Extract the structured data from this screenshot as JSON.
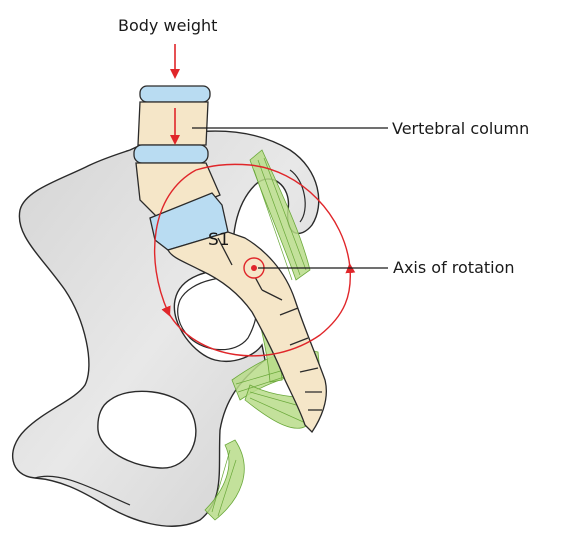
{
  "labels": {
    "body_weight": "Body weight",
    "vertebral_column": "Vertebral column",
    "axis_of_rotation": "Axis of rotation",
    "s1": "S1"
  },
  "colors": {
    "bone": "#d9d9d9",
    "bone_outline": "#2a2a2a",
    "vertebra": "#f5e6c8",
    "disc": "#b9dcf2",
    "ligament": "#b8dc8a",
    "arrow": "#e0262a"
  }
}
